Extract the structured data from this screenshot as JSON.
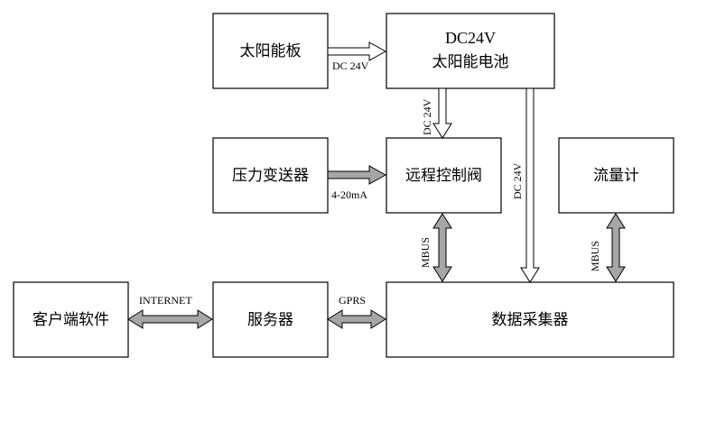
{
  "nodes": {
    "solar_panel": "太阳能板",
    "battery": {
      "title": "DC24V",
      "subtitle": "太阳能电池"
    },
    "pressure_transmitter": "压力变送器",
    "remote_valve": "远程控制阀",
    "flow_meter": "流量计",
    "client_software": "客户端软件",
    "server": "服务器",
    "data_collector": "数据采集器"
  },
  "edges": {
    "solar_to_battery": "DC 24V",
    "battery_to_valve": "DC 24V",
    "battery_to_collector": "DC 24V",
    "pressure_to_valve": "4-20mA",
    "valve_collector": "MBUS",
    "flow_collector": "MBUS",
    "client_server": "INTERNET",
    "server_collector": "GPRS"
  }
}
